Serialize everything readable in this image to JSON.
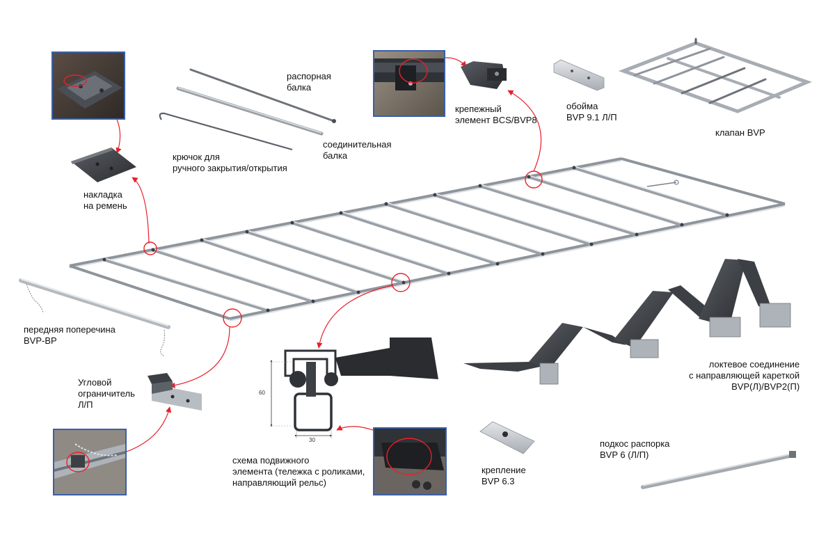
{
  "colors": {
    "callout_line": "#e8202a",
    "photo_border": "#3a5fa8",
    "metal_light": "#c9cdd2",
    "metal_dark": "#3c3f44",
    "text": "#111111"
  },
  "labels": {
    "raspornaya": [
      "распорная",
      "балка"
    ],
    "soedinitelnaya": [
      "соединительная",
      "балка"
    ],
    "kryuchok": [
      "крючок для",
      "ручного закрытия/открытия"
    ],
    "krepezhny": [
      "крепежный",
      "элемент BCS/BVP8"
    ],
    "oboima": [
      "обойма",
      "BVP 9.1 Л/П"
    ],
    "klapan": [
      "клапан BVP"
    ],
    "nakladka": [
      "накладка",
      "на ремень"
    ],
    "perednyaya": [
      "передняя поперечина",
      "BVP-BP"
    ],
    "uglovoy": [
      "Угловой",
      "ограничитель",
      "Л/П"
    ],
    "skhema": [
      "схема подвижного",
      "элемента (тележка с роликами,",
      "направляющий рельс)"
    ],
    "kreplenie": [
      "крепление",
      "BVP 6.3"
    ],
    "podkos": [
      "подкос распорка",
      "BVP 6 (Л/П)"
    ],
    "loktevoe": [
      "локтевое соединение",
      "с направляющей кареткой",
      "BVP(Л)/BVP2(П)"
    ]
  },
  "dimensions": {
    "height_value": "60",
    "width_value": "30"
  }
}
